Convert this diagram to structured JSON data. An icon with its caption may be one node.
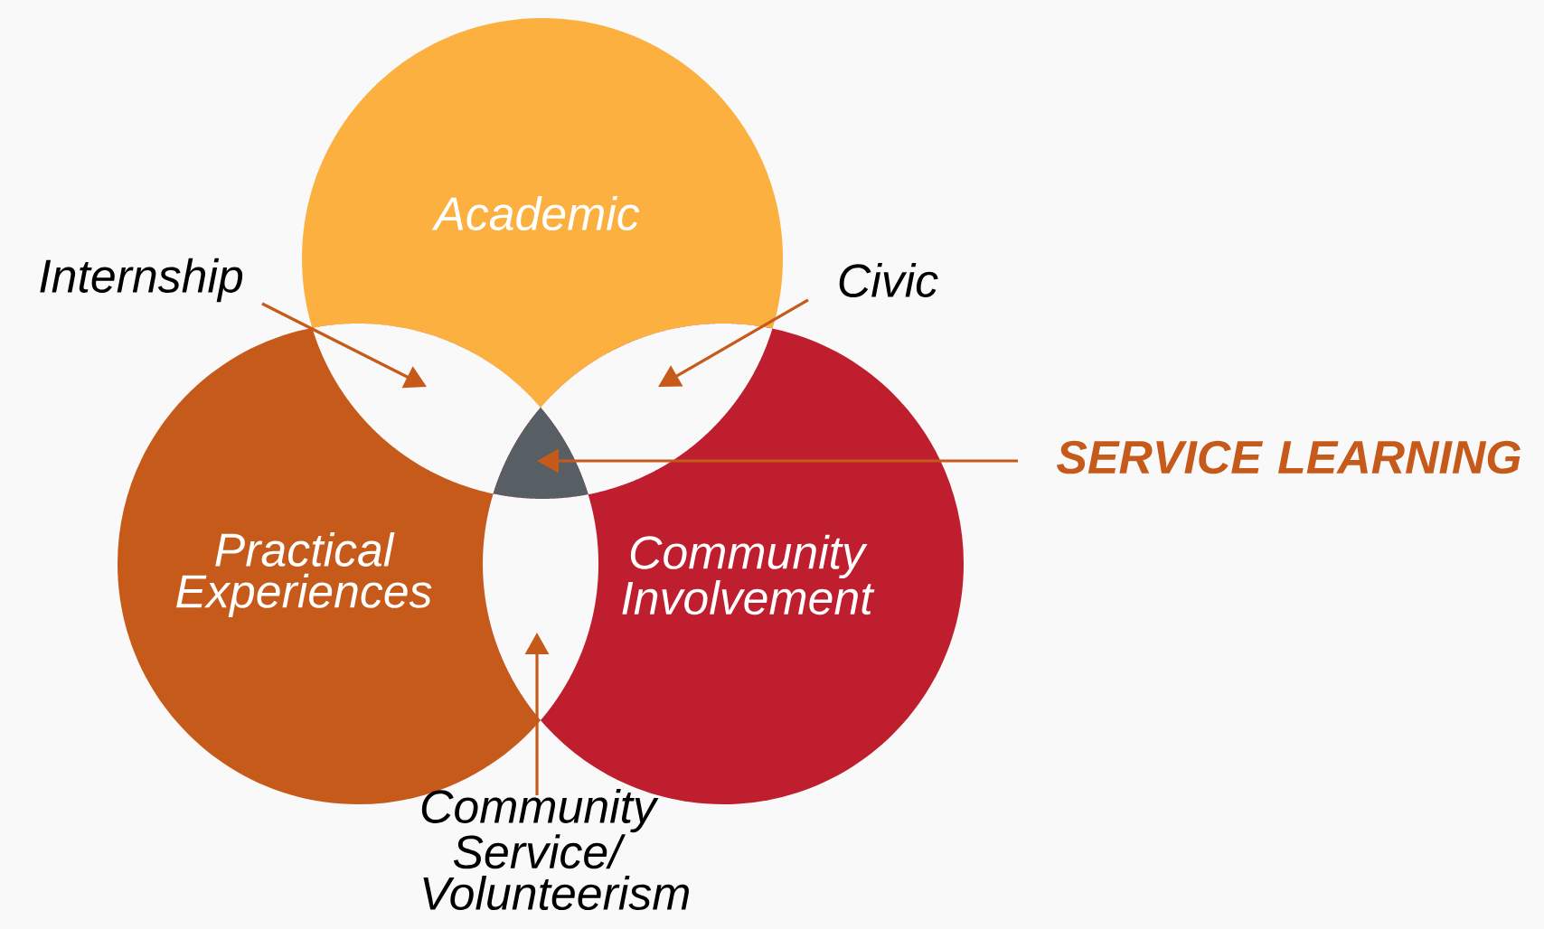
{
  "diagram": {
    "nodes": [
      {
        "text": [
          "Academic"
        ]
      },
      {
        "text": [
          "Practical Experiences"
        ]
      },
      {
        "text": [
          "Community Involvement"
        ]
      },
      {
        "text": [
          "Internship"
        ]
      },
      {
        "text": [
          "Civic"
        ]
      },
      {
        "text": [
          "SERVICE LEARNING"
        ]
      },
      {
        "text": [
          "Community Service/ Volunteerism"
        ]
      },
      {
        "text": [],
        "shape": "lens"
      },
      {
        "text": [],
        "shape": "lens"
      },
      {
        "text": [],
        "shape": "triangle"
      },
      {
        "text": [],
        "shape": "lens"
      }
    ],
    "edges": [
      {
        "from": 3,
        "to": 7,
        "arrow": "to"
      },
      {
        "from": 4,
        "to": 8,
        "arrow": "to"
      },
      {
        "from": 5,
        "to": 9,
        "arrow": "to"
      },
      {
        "from": 6,
        "to": 10,
        "arrow": "to"
      }
    ]
  }
}
